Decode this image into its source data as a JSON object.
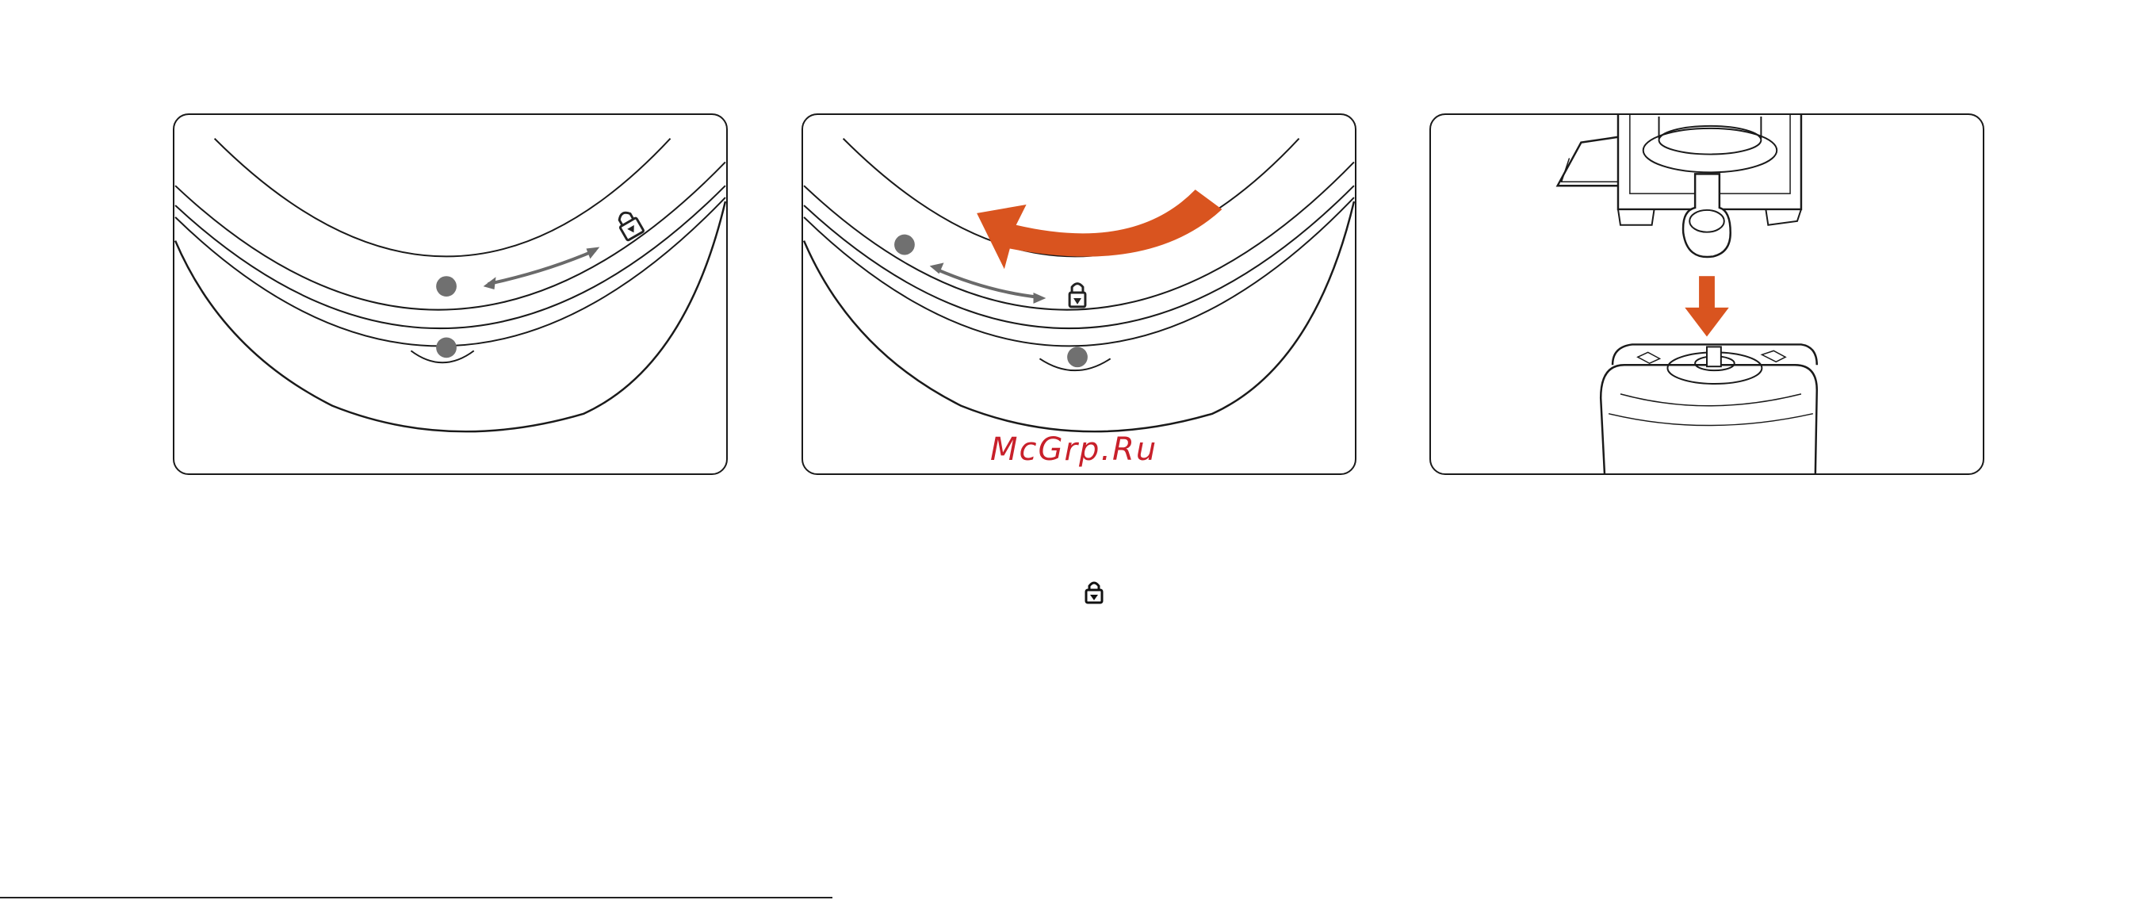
{
  "watermark": {
    "text": "McGrp.Ru"
  },
  "colors": {
    "arrow": "#d9541f",
    "line": "#1a1a1a",
    "dot": "#707070",
    "watermark": "#c8202a"
  },
  "icons": {
    "lock_icon": "padlock-with-triangle",
    "rotate_arrow": "curved-arrow-counterclockwise",
    "down_arrow": "arrow-down"
  },
  "figures": [
    {
      "name": "figure-1",
      "description_icon": "lock-icon"
    },
    {
      "name": "figure-2",
      "description_icon": "rotate-arrow-icon"
    },
    {
      "name": "figure-3",
      "description_icon": "down-arrow-icon"
    }
  ]
}
